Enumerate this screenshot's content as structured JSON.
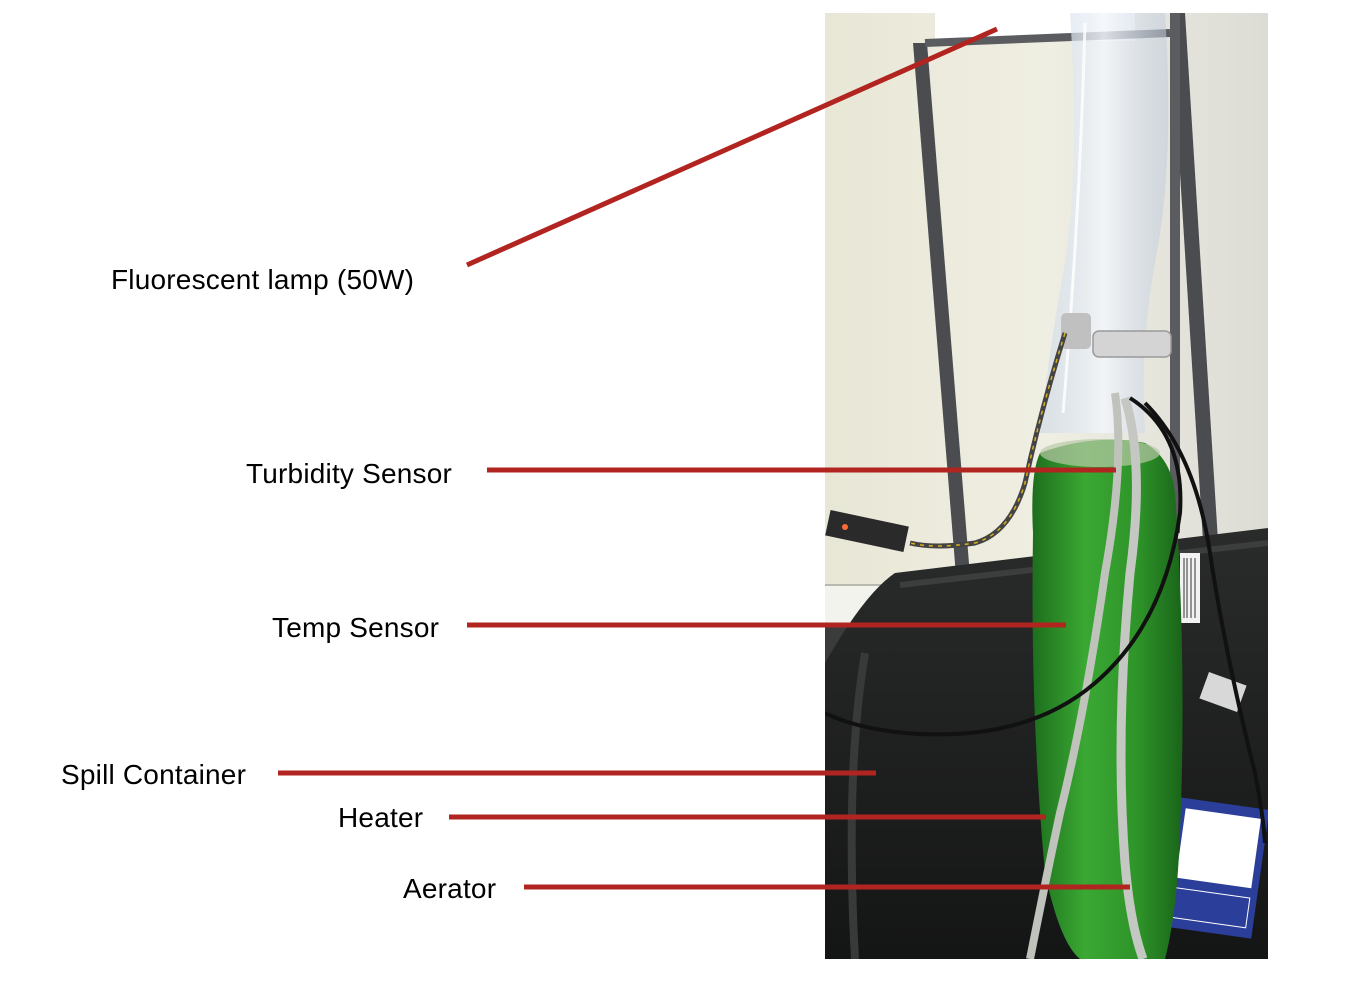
{
  "labels": {
    "fluorescent_lamp": "Fluorescent lamp (50W)",
    "turbidity_sensor": "Turbidity Sensor",
    "temp_sensor": "Temp Sensor",
    "spill_container": "Spill Container",
    "heater": "Heater",
    "aerator": "Aerator"
  },
  "colors": {
    "leader_line": "#b22420",
    "culture_green": "#2f9a2a",
    "wall": "#ecebdd",
    "tub": "#1e1f1f"
  }
}
